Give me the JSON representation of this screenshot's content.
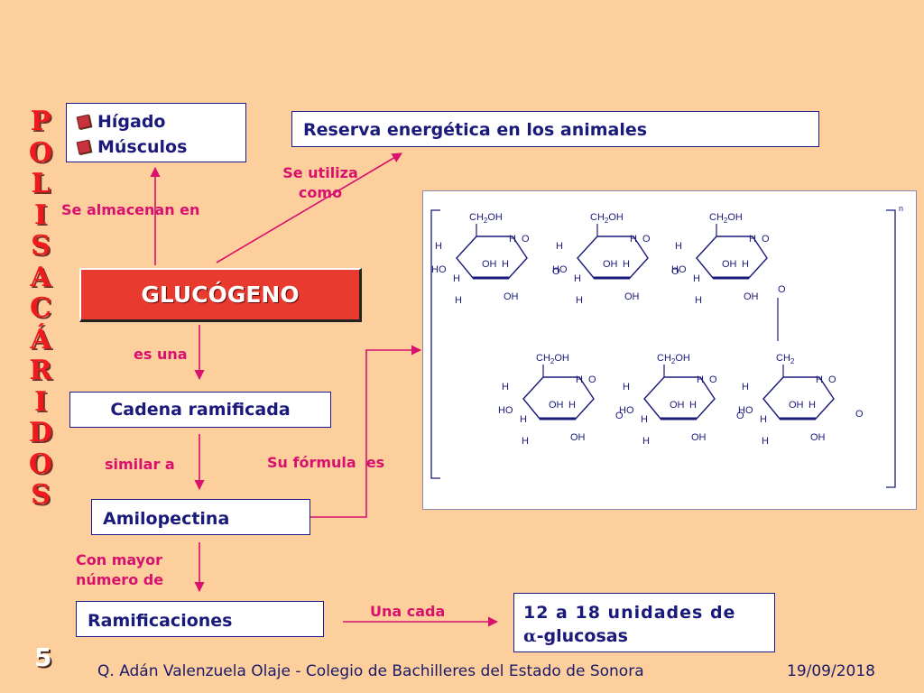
{
  "vertical_title": [
    "P",
    "O",
    "L",
    "I",
    "S",
    "A",
    "C",
    "Á",
    "R",
    "I",
    "D",
    "O",
    "S"
  ],
  "storage_places": [
    "Hígado",
    "Músculos"
  ],
  "reserve_box": "Reserva energética en los animales",
  "central_concept": "GLUCÓGENO",
  "chain_box": "Cadena ramificada",
  "amylopectin_box": "Amilopectina",
  "branches_box": "Ramificaciones",
  "units_box": {
    "line1": "12 a 18 unidades de",
    "alpha": "α",
    "line2": "-glucosas"
  },
  "links": {
    "stored_in": "Se almacenan en",
    "used_as": [
      "Se utiliza",
      "como"
    ],
    "is_a": "es una",
    "similar_to": "similar a",
    "formula": "Su fórmula  es",
    "greater_number": [
      "Con mayor",
      "número de"
    ],
    "every_one": "Una cada"
  },
  "structure_labels": {
    "ch2oh": "CH2OH",
    "ch2": "CH2",
    "h": "H",
    "oh": "OH",
    "o": "O",
    "ho": "HO",
    "n": "n"
  },
  "slide_number": "5",
  "footer": "Q. Adán Valenzuela Olaje - Colegio de Bachilleres del Estado de Sonora",
  "date": "19/09/2018",
  "colors": {
    "background": "#FCCF9C",
    "link_text": "#D8106E",
    "box_text": "#1a1a7a",
    "central": "#E83A2E",
    "title": "#F0191E"
  }
}
